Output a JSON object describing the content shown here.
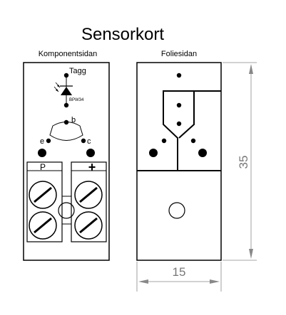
{
  "title": "Sensorkort",
  "views": {
    "component_side_label": "Komponentsidan",
    "foil_side_label": "Foliesidan"
  },
  "component_labels": {
    "tagg": "Tagg",
    "part_number": "BPW34",
    "pin_b": "b",
    "pin_e": "e",
    "pin_c": "c",
    "terminal_p": "P",
    "terminal_plus": "+"
  },
  "dimensions": {
    "height_value": "35",
    "width_value": "15"
  },
  "colors": {
    "line": "#000000",
    "dimension": "#777777",
    "background": "#ffffff"
  }
}
